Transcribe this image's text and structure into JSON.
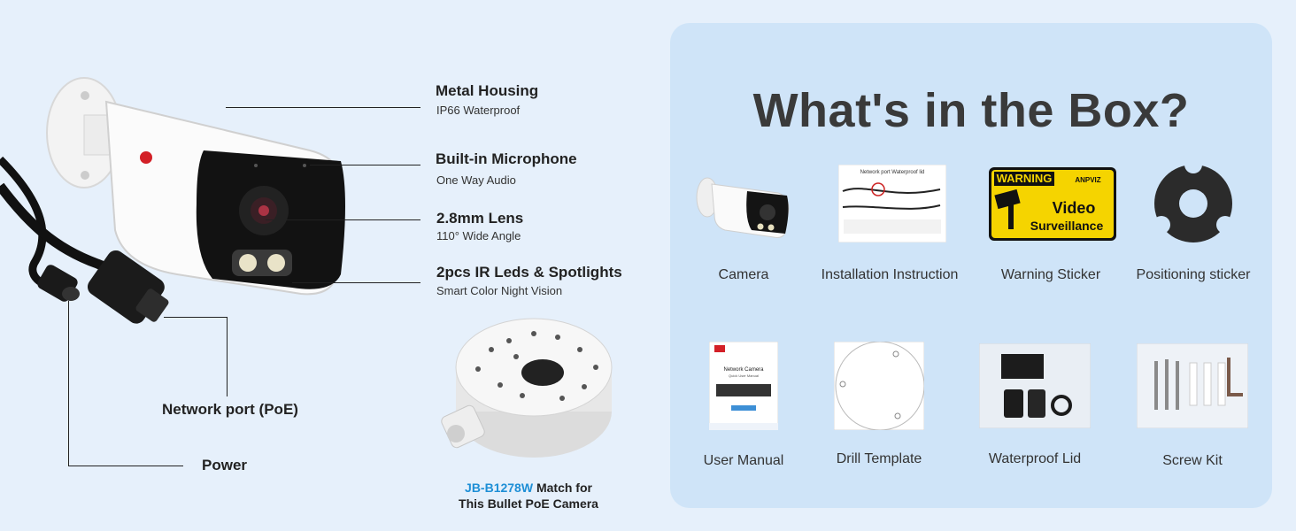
{
  "features": [
    {
      "title": "Metal Housing",
      "subtitle": "IP66 Waterproof"
    },
    {
      "title": "Built-in Microphone",
      "subtitle": "One Way Audio"
    },
    {
      "title": "2.8mm Lens",
      "subtitle": "110° Wide Angle"
    },
    {
      "title": "2pcs IR Leds & Spotlights",
      "subtitle": "Smart Color Night Vision"
    }
  ],
  "ports": {
    "network": "Network port (PoE)",
    "power": "Power"
  },
  "junction_box": {
    "model": "JB-B1278W",
    "line1_rest": " Match for",
    "line2": "This Bullet PoE Camera"
  },
  "box": {
    "title": "What's in the Box?",
    "items": [
      {
        "label": "Camera"
      },
      {
        "label": "Installation Instruction"
      },
      {
        "label": "Warning Sticker"
      },
      {
        "label": "Positioning sticker"
      },
      {
        "label": "User Manual"
      },
      {
        "label": "Drill Template"
      },
      {
        "label": "Waterproof Lid"
      },
      {
        "label": "Screw Kit"
      }
    ]
  },
  "printed_text": {
    "brand_logo": "ANPVIZ",
    "instruction_header": "Network port Waterproof lid",
    "warning_word": "WARNING",
    "warning_line1": "Video",
    "warning_line2": "Surveillance",
    "manual_title": "Network Camera",
    "manual_sub": "Quick User Manual"
  },
  "colors": {
    "background": "#e6f0fb",
    "panel": "#cfe4f8",
    "accent": "#1e8fd6",
    "warning_yellow": "#f5d400"
  }
}
